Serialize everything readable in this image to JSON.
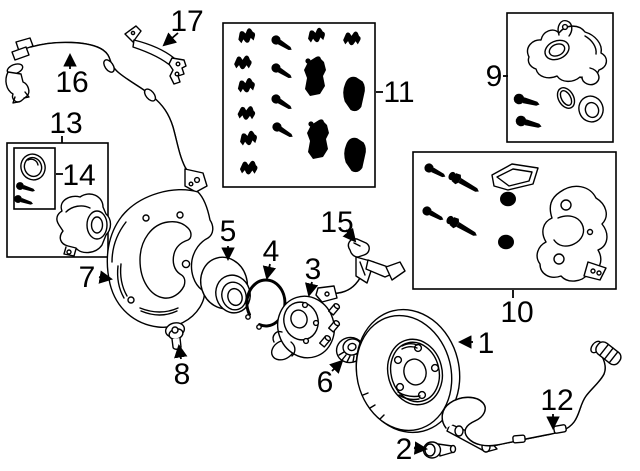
{
  "callouts": {
    "brake_rotor": "1",
    "rotor_set_screw": "2",
    "hub_assembly": "3",
    "snap_ring": "4",
    "wheel_bearing": "5",
    "axle_nut": "6",
    "splash_shield": "7",
    "shield_bolt": "8",
    "caliper_kit": "9",
    "caliper_bracket_kit": "10",
    "pad_hardware_kit": "11",
    "wire_harness": "12",
    "actuator_kit": "13",
    "actuator_seal_kit": "14",
    "abs_sensor_lower": "15",
    "abs_sensor": "16",
    "sensor_bracket": "17"
  },
  "colors": {
    "line": "#000000",
    "background": "#ffffff"
  }
}
